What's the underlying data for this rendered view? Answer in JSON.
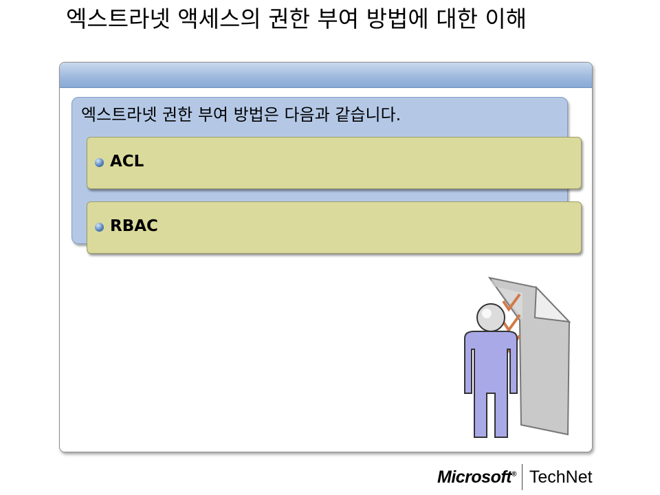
{
  "slide": {
    "title": "엑스트라넷 액세스의 권한 부여 방법에 대한 이해"
  },
  "content": {
    "group_label": "엑스트라넷 권한 부여 방법은 다음과 같습니다.",
    "items": [
      {
        "label": "ACL"
      },
      {
        "label": "RBAC"
      }
    ]
  },
  "footer": {
    "brand": "Microsoft",
    "brand_mark": "®",
    "product": "TechNet"
  },
  "colors": {
    "panel_header": "#9db8dd",
    "group_box": "#b4c8e6",
    "item_box": "#dada9c",
    "figure": "#a9a9e8",
    "checkmark": "#d07a4a"
  },
  "illustration": {
    "icon": "person-checklist-icon"
  }
}
